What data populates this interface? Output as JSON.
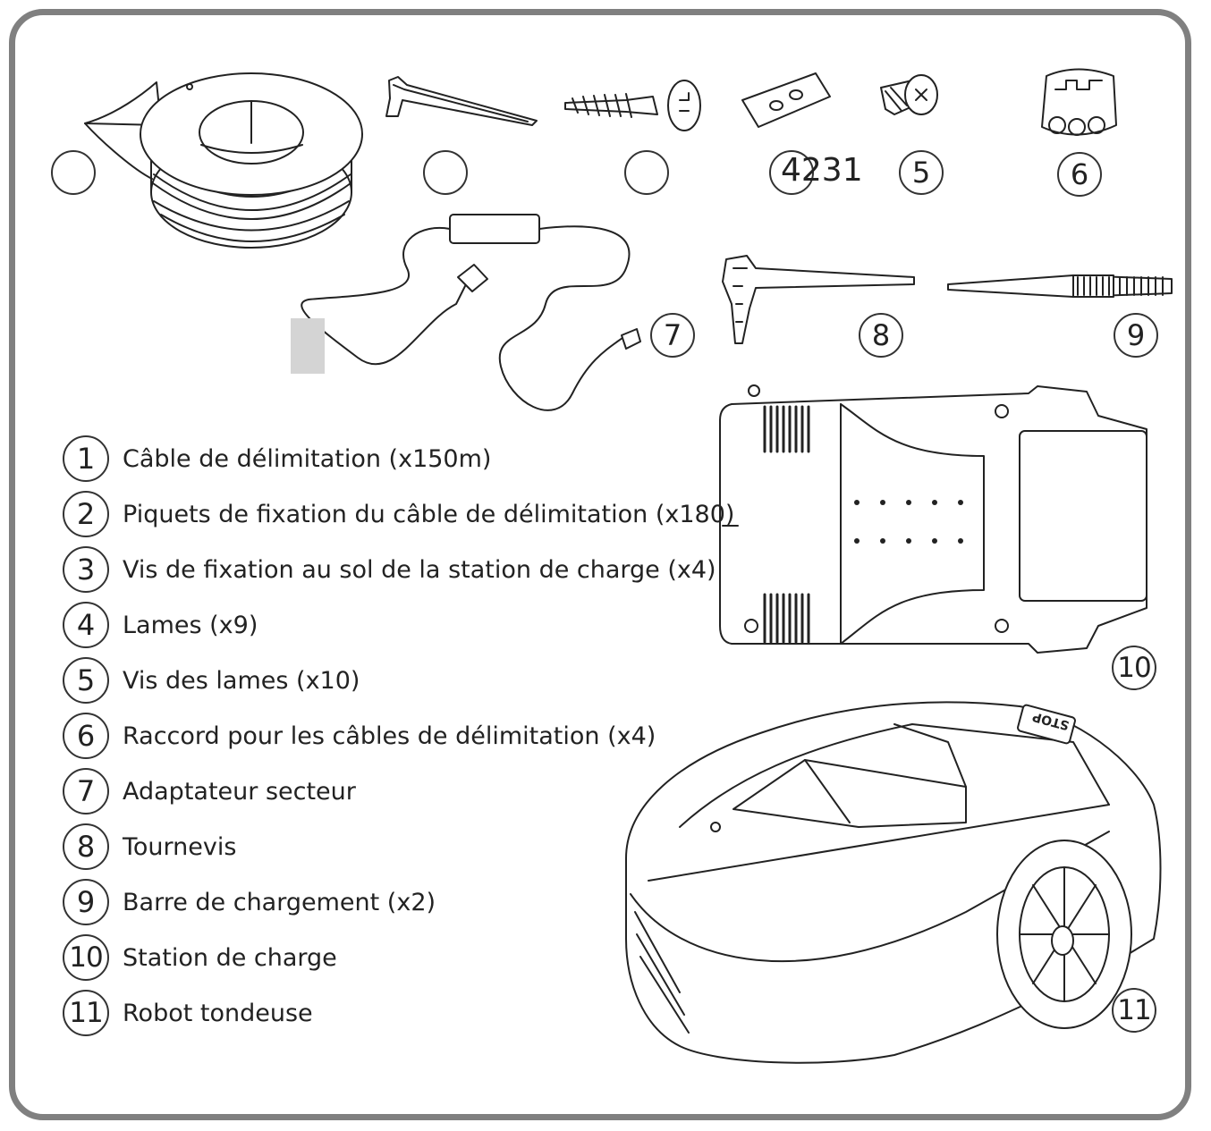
{
  "overlay_text": "4231",
  "top_markers": [
    "",
    "",
    "",
    "",
    "5",
    "6"
  ],
  "part_markers": {
    "power_adapter": "7",
    "screwdriver": "8",
    "charging_bar": "9",
    "station": "10",
    "robot": "11"
  },
  "robot_stop_label": "STOP",
  "legend": [
    {
      "number": "1",
      "label": "Câble de délimitation (x150m)"
    },
    {
      "number": "2",
      "label": "Piquets de fixation du câble de délimitation (x180)"
    },
    {
      "number": "3",
      "label": "Vis de fixation au sol de la station de charge (x4)"
    },
    {
      "number": "4",
      "label": "Lames (x9)"
    },
    {
      "number": "5",
      "label": "Vis des lames (x10)"
    },
    {
      "number": "6",
      "label": "Raccord pour les câbles de délimitation (x4)"
    },
    {
      "number": "7",
      "label": "Adaptateur secteur"
    },
    {
      "number": "8",
      "label": "Tournevis"
    },
    {
      "number": "9",
      "label": "Barre de chargement (x2)"
    },
    {
      "number": "10",
      "label": "Station de charge"
    },
    {
      "number": "11",
      "label": "Robot tondeuse"
    }
  ],
  "colors": {
    "frame": "#808080",
    "line": "#222222",
    "grey_block": "#d4d4d4"
  }
}
